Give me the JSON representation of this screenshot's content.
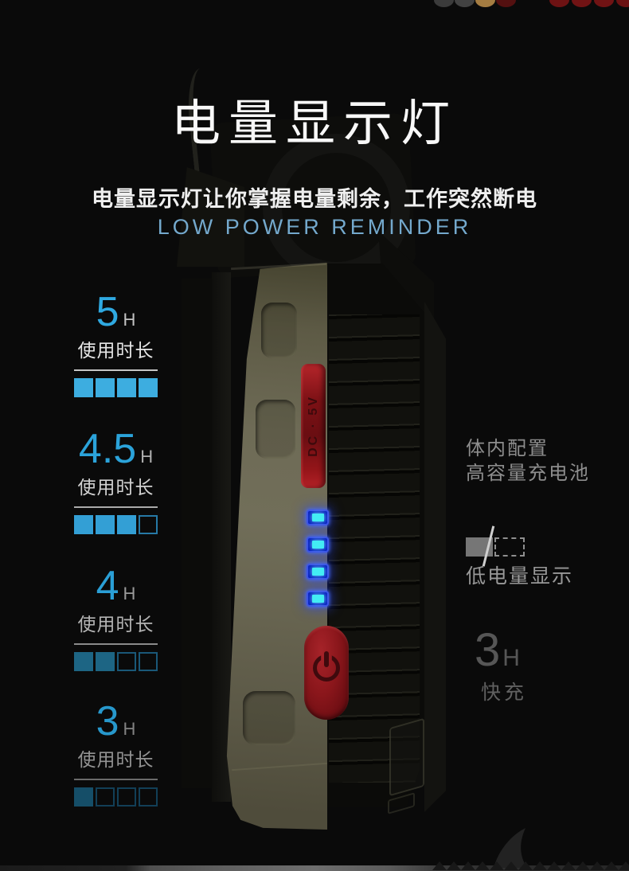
{
  "header": {
    "title": "电量显示灯",
    "subtitle": "电量显示灯让你掌握电量剩余，工作突然断电",
    "subtitle_en": "LOW POWER REMINDER"
  },
  "battery_levels": [
    {
      "hours": "5",
      "unit": "H",
      "label": "使用时长",
      "filled": 4,
      "total": 4
    },
    {
      "hours": "4.5",
      "unit": "H",
      "label": "使用时长",
      "filled": 3,
      "total": 4
    },
    {
      "hours": "4",
      "unit": "H",
      "label": "使用时长",
      "filled": 2,
      "total": 4
    },
    {
      "hours": "3",
      "unit": "H",
      "label": "使用时长",
      "filled": 1,
      "total": 4
    }
  ],
  "right_info": {
    "config_line1": "体内配置",
    "config_line2": "高容量充电池",
    "low_power_label": "低电量显示",
    "fast_charge_value": "3",
    "fast_charge_unit": "H",
    "fast_charge_label": "快充"
  },
  "product": {
    "port_label": "DC · 5V",
    "led_count": 4
  },
  "colors": {
    "background": "#0a0a0a",
    "accent_blue": "#2fa7de",
    "subtitle_blue": "#74a9cd",
    "led_glow_blue": "#2b50ff",
    "led_core_cyan": "#43ecf4",
    "button_red": "#8a161b",
    "port_red": "#b5252a",
    "panel_khaki": "#6e6b56"
  }
}
